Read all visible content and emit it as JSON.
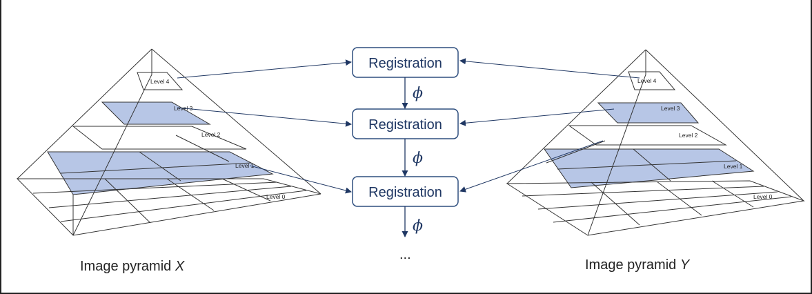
{
  "pyramid_left": {
    "caption_prefix": "Image pyramid ",
    "caption_var": "X",
    "levels": [
      "Level 4",
      "Level 3",
      "Level 2",
      "Level 1",
      "Level 0"
    ]
  },
  "pyramid_right": {
    "caption_prefix": "Image pyramid ",
    "caption_var": "Y",
    "levels": [
      "Level 4",
      "Level 3",
      "Level 2",
      "Level 1",
      "Level 0"
    ]
  },
  "registration": {
    "labels": [
      "Registration",
      "Registration",
      "Registration"
    ],
    "transform_symbol": "ϕ",
    "continuation": "..."
  },
  "colors": {
    "highlight": "#b7c6e6",
    "box_border": "#2f4f7f",
    "arrow": "#1f3763"
  }
}
